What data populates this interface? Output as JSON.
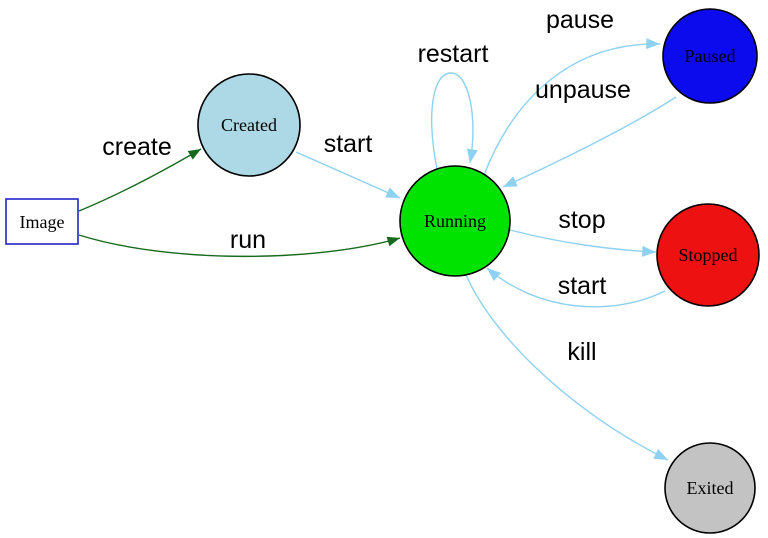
{
  "diagram": {
    "type": "state-diagram",
    "subject": "container-lifecycle",
    "background": "#ffffff",
    "colors": {
      "flow_edge": "#8ed1f0",
      "image_edge": "#17691d",
      "label_text": "#000000",
      "node_outline": "#000000"
    },
    "nodes": [
      {
        "id": "image",
        "label": "Image",
        "shape": "box",
        "fill": "#ffffff",
        "stroke": "#2323cc"
      },
      {
        "id": "created",
        "label": "Created",
        "shape": "circle",
        "fill": "#add8e6",
        "stroke": "#000000"
      },
      {
        "id": "running",
        "label": "Running",
        "shape": "circle",
        "fill": "#00e300",
        "stroke": "#000000"
      },
      {
        "id": "paused",
        "label": "Paused",
        "shape": "circle",
        "fill": "#0b0bee",
        "stroke": "#000000"
      },
      {
        "id": "stopped",
        "label": "Stopped",
        "shape": "circle",
        "fill": "#ee1111",
        "stroke": "#000000"
      },
      {
        "id": "exited",
        "label": "Exited",
        "shape": "circle",
        "fill": "#c3c3c3",
        "stroke": "#000000"
      }
    ],
    "edges": [
      {
        "label": "create",
        "from": "image",
        "to": "created",
        "color": "#17691d"
      },
      {
        "label": "run",
        "from": "image",
        "to": "running",
        "color": "#17691d"
      },
      {
        "label": "start",
        "from": "created",
        "to": "running",
        "color": "#8ed1f0"
      },
      {
        "label": "restart",
        "from": "running",
        "to": "running",
        "color": "#8ed1f0"
      },
      {
        "label": "pause",
        "from": "running",
        "to": "paused",
        "color": "#8ed1f0"
      },
      {
        "label": "unpause",
        "from": "paused",
        "to": "running",
        "color": "#8ed1f0"
      },
      {
        "label": "stop",
        "from": "running",
        "to": "stopped",
        "color": "#8ed1f0"
      },
      {
        "label": "start",
        "from": "stopped",
        "to": "running",
        "color": "#8ed1f0"
      },
      {
        "label": "kill",
        "from": "running",
        "to": "exited",
        "color": "#8ed1f0"
      }
    ]
  }
}
